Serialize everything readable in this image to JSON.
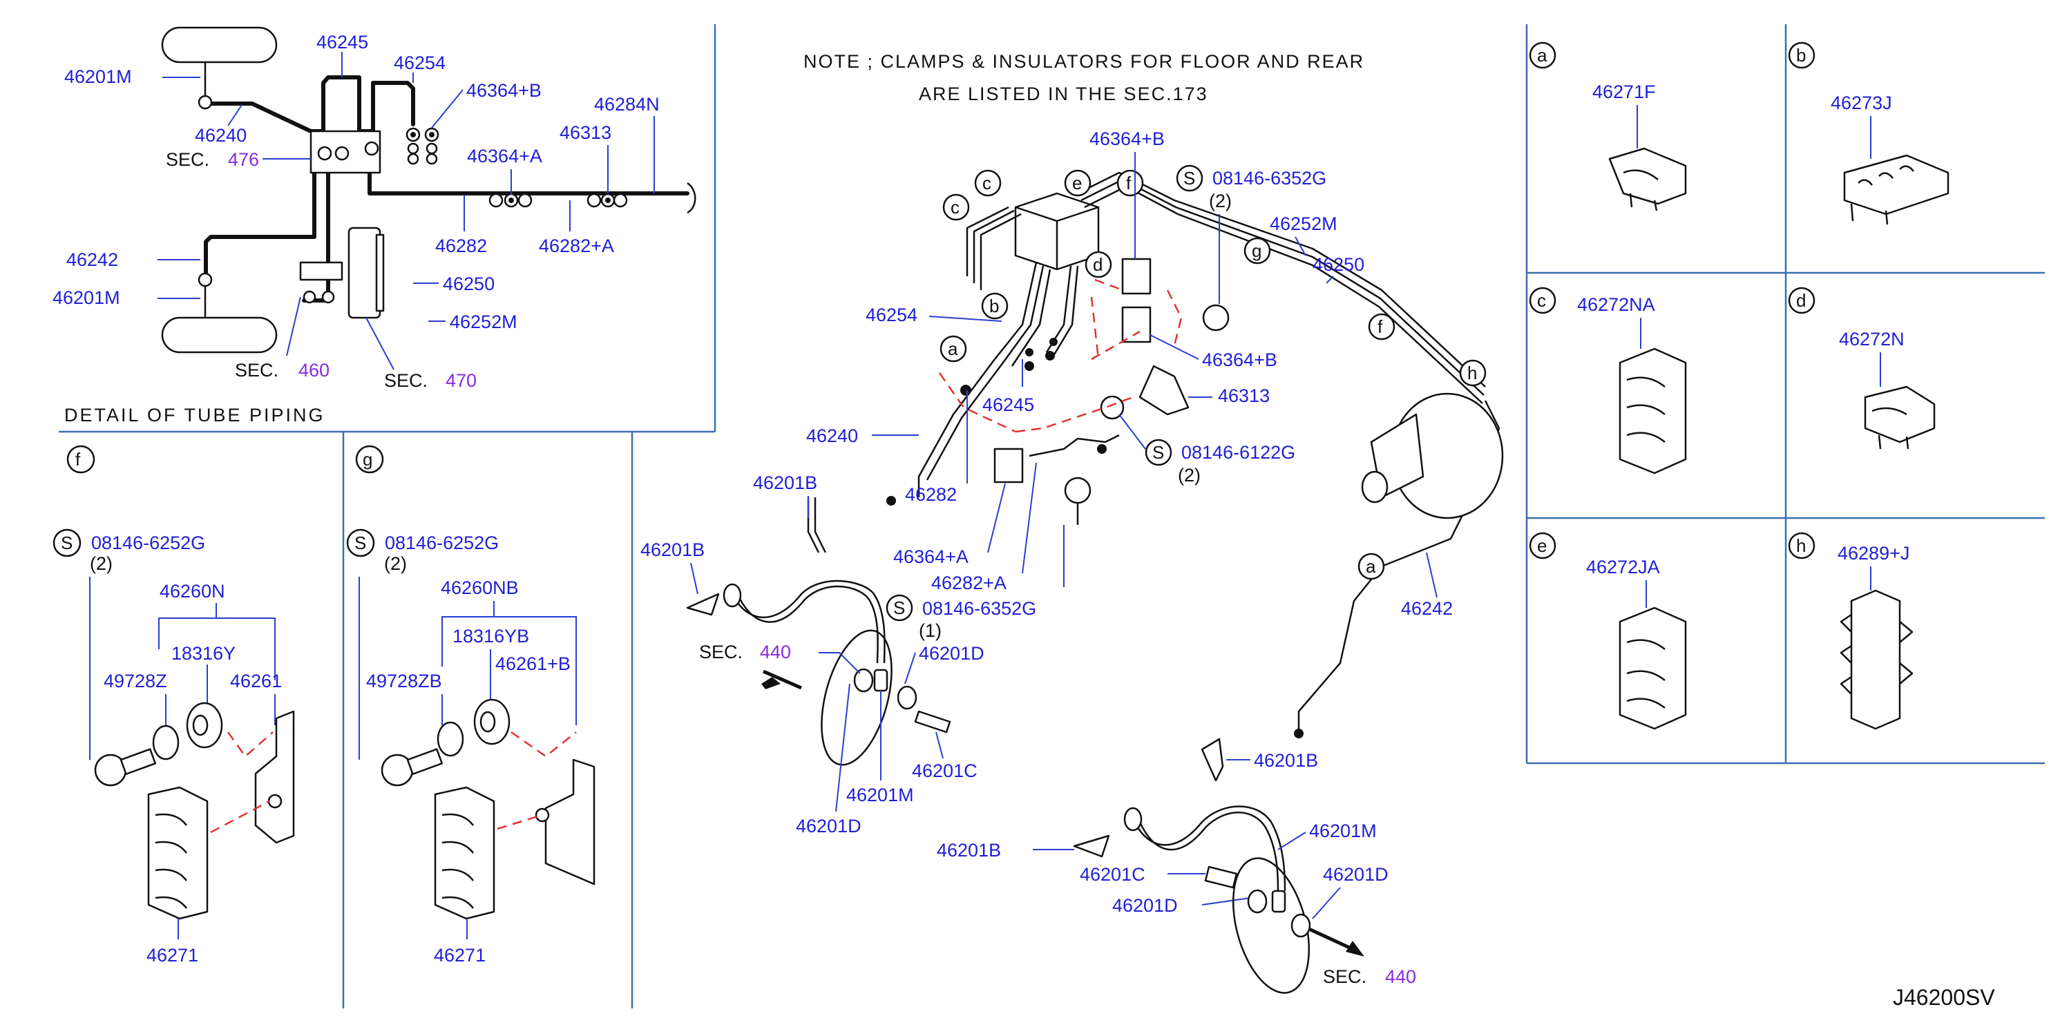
{
  "note": {
    "line1": "NOTE ; CLAMPS & INSULATORS FOR FLOOR AND REAR",
    "line2": "ARE LISTED IN THE SEC.173"
  },
  "detail_title": "DETAIL OF TUBE PIPING",
  "diagram_id": "J46200SV",
  "sec_label": "SEC.",
  "bolt_symbol": "S",
  "sections": {
    "s476": "476",
    "s460": "460",
    "s470": "470",
    "s440": "440"
  },
  "detail_labels": {
    "p46201M_top": "46201M",
    "p46245": "46245",
    "p46254": "46254",
    "p46364B": "46364+B",
    "p46284N": "46284N",
    "p46240": "46240",
    "p46313": "46313",
    "p46364A": "46364+A",
    "p46282": "46282",
    "p46282A": "46282+A",
    "p46242": "46242",
    "p46201M_bot": "46201M",
    "p46250": "46250",
    "p46252M": "46252M"
  },
  "panel_f": {
    "circle": "f",
    "bolt": "08146-6252G",
    "qty": "(2)",
    "assembly": "46260N",
    "insulator": "18316Y",
    "collar": "49728Z",
    "bracket": "46261",
    "clamp": "46271"
  },
  "panel_g": {
    "circle": "g",
    "bolt": "08146-6252G",
    "qty": "(2)",
    "assembly": "46260NB",
    "insulator": "18316YB",
    "collar": "49728ZB",
    "bracket": "46261+B",
    "clamp": "46271"
  },
  "main_labels": {
    "p46364B_top": "46364+B",
    "bolt_6352G_top": "08146-6352G",
    "qty_top": "(2)",
    "p46252M": "46252M",
    "p46250": "46250",
    "p46254": "46254",
    "p46364B_mid": "46364+B",
    "p46245": "46245",
    "p46313": "46313",
    "p46240": "46240",
    "bolt_6122G": "08146-6122G",
    "qty_6122G": "(2)",
    "p46282": "46282",
    "p46364A": "46364+A",
    "p46282A": "46282+A",
    "p46242": "46242",
    "p46201B_a": "46201B",
    "p46201B_b": "46201B",
    "bolt_6352G_low": "08146-6352G",
    "qty_low": "(1)",
    "p46201D_a": "46201D",
    "p46201M_a": "46201M",
    "p46201D_b": "46201D",
    "p46201C_a": "46201C",
    "p46201B_c": "46201B",
    "p46201B_d": "46201B",
    "p46201M_b": "46201M",
    "p46201C_b": "46201C",
    "p46201D_c": "46201D",
    "p46201D_d": "46201D"
  },
  "clamp_circles": [
    "c",
    "c",
    "e",
    "f",
    "d",
    "b",
    "a",
    "g",
    "f",
    "h",
    "a"
  ],
  "grid": [
    {
      "letter": "a",
      "part": "46271F"
    },
    {
      "letter": "b",
      "part": "46273J"
    },
    {
      "letter": "c",
      "part": "46272NA"
    },
    {
      "letter": "d",
      "part": "46272N"
    },
    {
      "letter": "e",
      "part": "46272JA"
    },
    {
      "letter": "h",
      "part": "46289+J"
    }
  ]
}
